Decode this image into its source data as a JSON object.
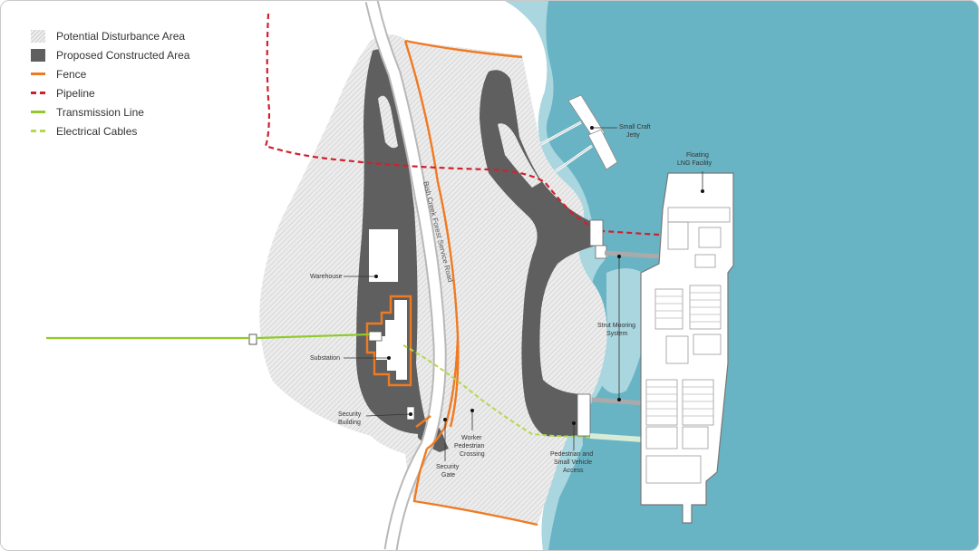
{
  "legend": {
    "disturbance": "Potential Disturbance Area",
    "constructed": "Proposed Constructed Area",
    "fence": "Fence",
    "pipeline": "Pipeline",
    "transmission": "Transmission Line",
    "cables": "Electrical Cables"
  },
  "labels": {
    "road": "Bish Creek Forest Service Road",
    "small_craft_1": "Small Craft",
    "small_craft_2": "Jetty",
    "lng_1": "Floating",
    "lng_2": "LNG Facility",
    "warehouse": "Warehouse",
    "substation": "Substation",
    "mooring_1": "Strut Mooring",
    "mooring_2": "System",
    "security_bldg_1": "Security",
    "security_bldg_2": "Building",
    "worker_1": "Worker",
    "worker_2": "Pedestrian",
    "worker_3": "Crossing",
    "security_gate_1": "Security",
    "security_gate_2": "Gate",
    "access_1": "Pedestrian and",
    "access_2": "Small Vehicle",
    "access_3": "Access"
  },
  "colors": {
    "water": "#69b4c4",
    "shallow_water": "#a9d6df",
    "constructed": "#5f5f5f",
    "fence": "#f07a22",
    "pipeline": "#d0202e",
    "transmission": "#8fca2a",
    "cables": "#b5d94a"
  }
}
